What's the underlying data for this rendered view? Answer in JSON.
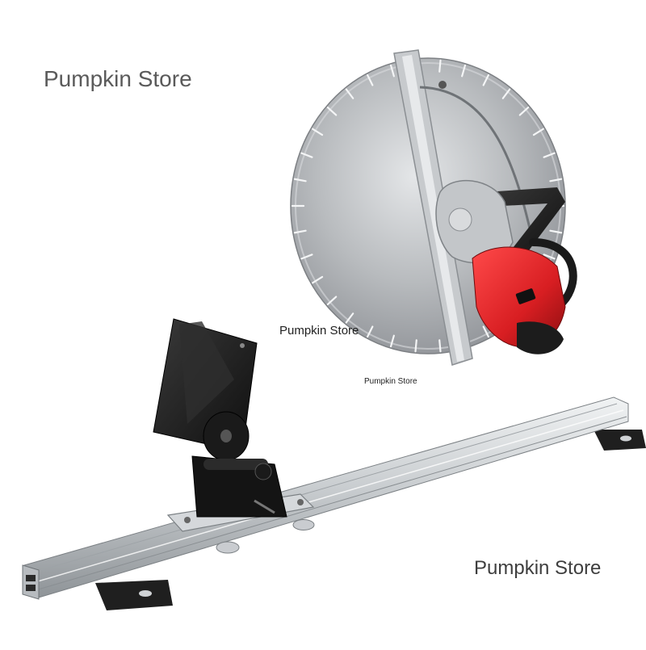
{
  "watermarks": {
    "top": "Pumpkin Store",
    "middle": "Pumpkin Store",
    "small": "Pumpkin Store",
    "bottom": "Pumpkin Store"
  },
  "colors": {
    "background": "#ffffff",
    "blade_steel": "#b9bcc0",
    "motor_red": "#d81e22",
    "rail_aluminum": "#cfd3d6",
    "bracket_black": "#1b1b1b"
  }
}
